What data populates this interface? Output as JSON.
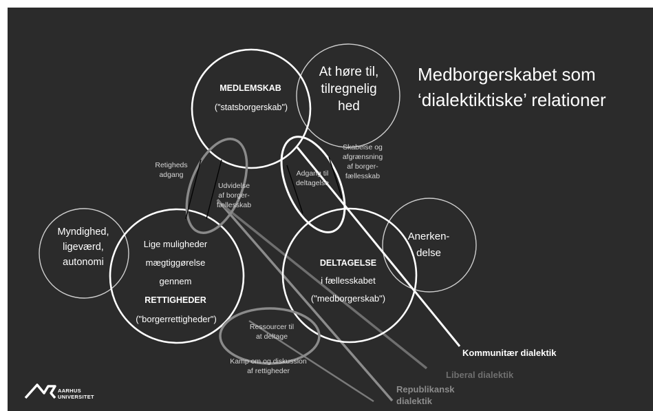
{
  "title": {
    "line1": "Medborgerskabet som",
    "line2": "‘dialektiktiske’ relationer"
  },
  "circles": {
    "membership": {
      "label": "MEDLEMSKAB",
      "sub": "(\"statsborgerskab\")"
    },
    "rights": {
      "line1": "Lige muligheder",
      "line2": "mægtiggørelse",
      "line3": "gennem",
      "label": "RETTIGHEDER",
      "sub": "(\"borgerrettigheder\")"
    },
    "participation": {
      "label": "DELTAGELSE",
      "line2": "i fællesskabet",
      "sub": "(\"medborgerskab\")"
    },
    "belonging": "At høre til,\ntilregnelig\nhed",
    "authority": "Myndighed,\nligeværd,\nautonomi",
    "recognition": "Anerken-\ndelse"
  },
  "links": {
    "rights_access": "Retigheds\nadgang",
    "extension": "Udvidelse\naf borger-\nfællesskab",
    "access_participation": "Adgang til\ndeltagelse",
    "creation": "Skabelse og\nafgrænsning\naf borger-\nfællesskab",
    "resources": "Ressourcer til\nat deltage",
    "struggle": "Kamp om og diskussion\naf rettigheder"
  },
  "dialectics": {
    "communitarian": "Kommunitær dialektik",
    "liberal": "Liberal dialektik",
    "republican": "Republikansk\ndialektik"
  },
  "logo": {
    "line1": "AARHUS",
    "line2": "UNIVERSITET"
  },
  "colors": {
    "background": "#2b2b2b",
    "main_circle": "#ffffff",
    "outer_circle": "#cfcfcf",
    "link_ellipse_grey": "#8a8a8a",
    "communitarian": "#ffffff",
    "liberal": "#6f6f6f",
    "republican": "#8c8c8c"
  }
}
